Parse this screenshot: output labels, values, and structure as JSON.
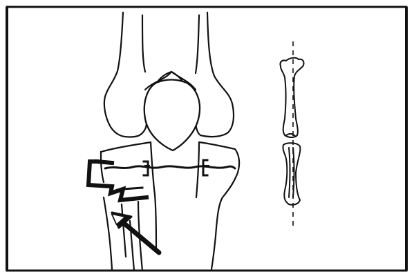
{
  "figure": {
    "subject": "knee-fracture-sketch",
    "components": [
      "frame-border",
      "femur",
      "patella",
      "tibial-plateau",
      "fracture-line",
      "fixation-staples",
      "depressed-fragment",
      "impact-arrow",
      "alignment-inset"
    ]
  },
  "colors": {
    "ink": "#111111",
    "paper": "#ffffff"
  }
}
